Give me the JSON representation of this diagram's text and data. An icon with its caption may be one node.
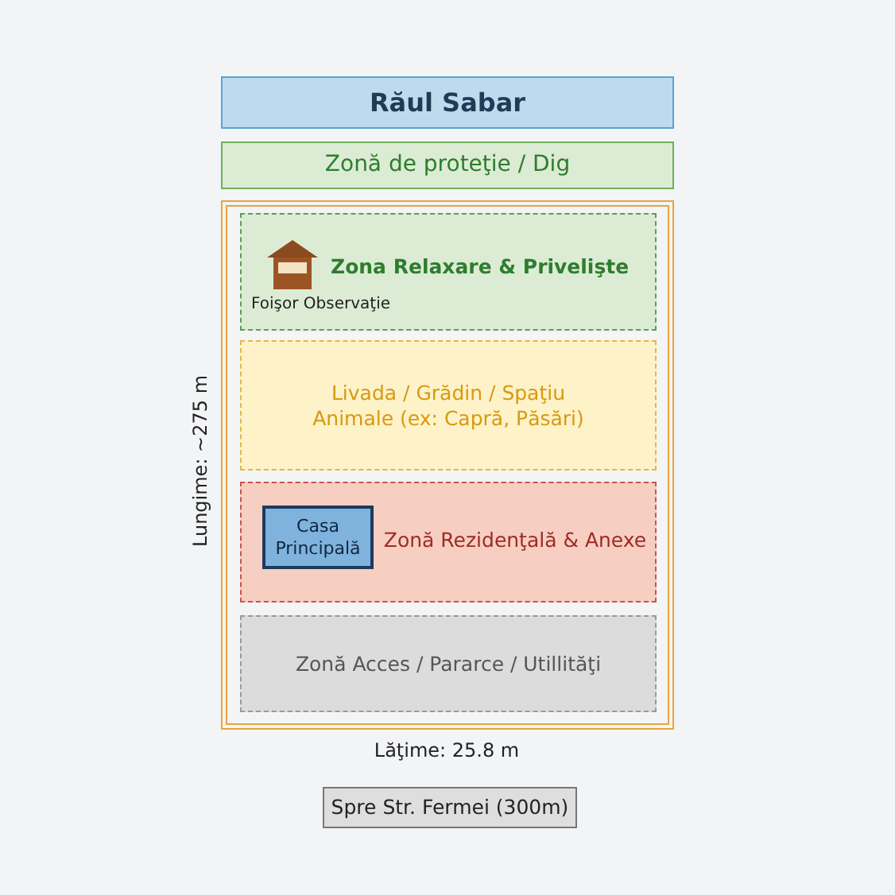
{
  "diagram": {
    "nodes": [
      {
        "text": [
          "Răul Sabar"
        ]
      },
      {
        "text": [
          "Zonă de proteţie / Dig"
        ]
      },
      {
        "text": [],
        "shape": "box"
      },
      {
        "text": [
          "Zona Relaxare & Privelişte",
          "Foişor Observaţie"
        ],
        "in": 2
      },
      {
        "text": [
          "Livada / Grădin / Spaţiu Animale (ex: Capră, Păsări)"
        ],
        "in": 2
      },
      {
        "text": [
          "Zonă Rezidenţală & Anexe"
        ],
        "in": 2
      },
      {
        "text": [
          "Casa Principală"
        ],
        "in": 5
      },
      {
        "text": [
          "Zonă Acces / Pararce / Utillităţi"
        ],
        "in": 2
      },
      {
        "text": [
          "Spre Str. Fermei (300m)"
        ]
      }
    ],
    "edges": [],
    "labels": [
      "Lungime: ~275 m",
      "Lăţime: 25.8 m"
    ]
  }
}
